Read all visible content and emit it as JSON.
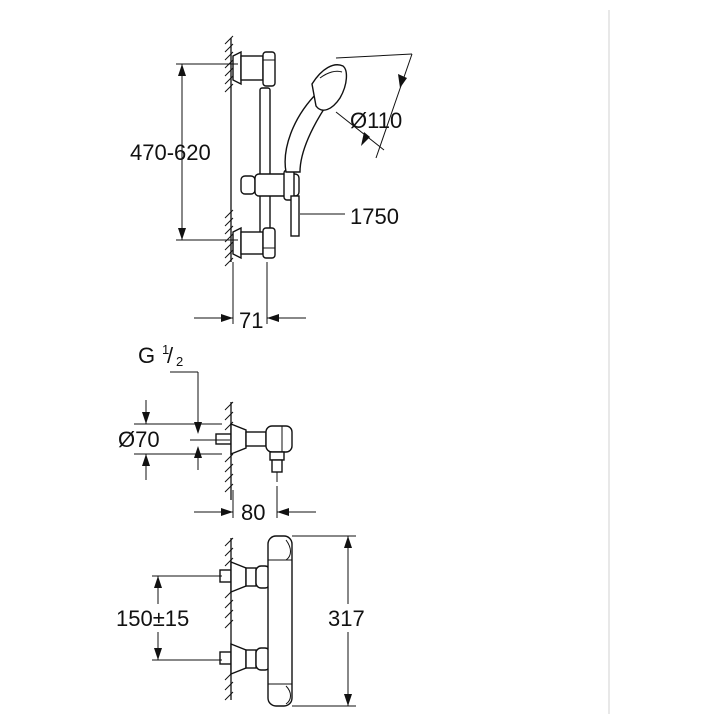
{
  "shower_set": {
    "height_dim": "470-620",
    "head_diameter": "Ø110",
    "hose_length": "1750",
    "wall_offset": "71"
  },
  "connection": {
    "thread_main": "G",
    "thread_num": "1",
    "thread_den": "/",
    "thread_sub": "2",
    "rosette_diameter": "Ø70",
    "wall_offset": "80"
  },
  "thermostat": {
    "centres": "150±15",
    "height": "317"
  }
}
